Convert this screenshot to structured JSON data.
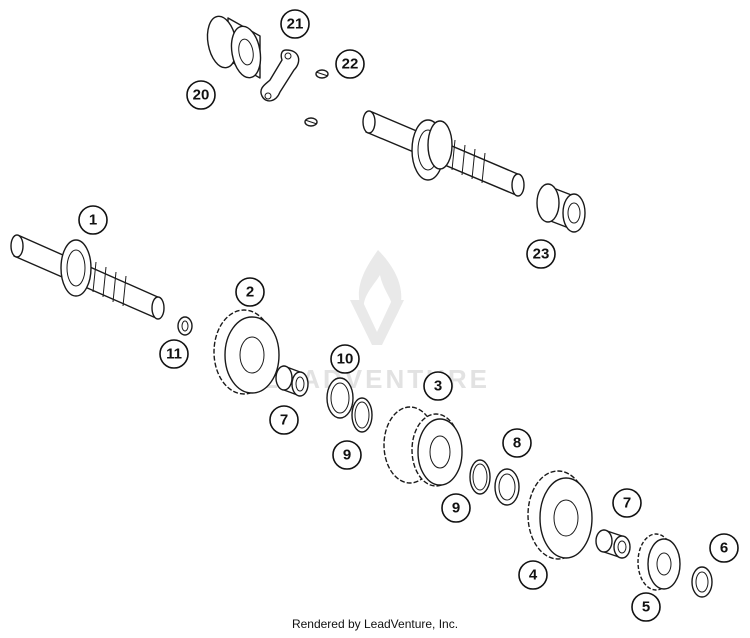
{
  "diagram": {
    "callouts": [
      "1",
      "2",
      "3",
      "4",
      "5",
      "6",
      "7",
      "7",
      "8",
      "9",
      "9",
      "10",
      "11",
      "20",
      "21",
      "22",
      "23"
    ],
    "watermark": "LEADVENTURE",
    "footer": "Rendered by LeadVenture, Inc.",
    "colors": {
      "ink": "#111111",
      "watermark": "#e2e2e2"
    }
  }
}
